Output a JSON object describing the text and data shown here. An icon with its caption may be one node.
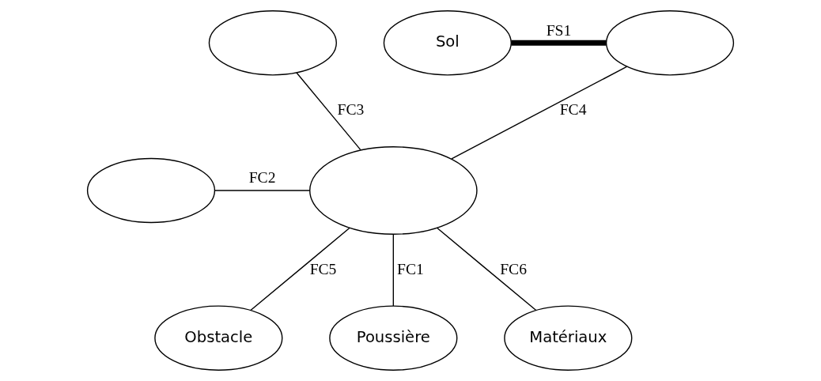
{
  "diagram": {
    "nodes": [
      {
        "text": [],
        "shape": "ellipse"
      },
      {
        "text": [
          "Sol"
        ]
      },
      {
        "text": [],
        "shape": "ellipse"
      },
      {
        "text": [],
        "shape": "ellipse"
      },
      {
        "text": [],
        "shape": "ellipse"
      },
      {
        "text": [
          "Obstacle"
        ]
      },
      {
        "text": [
          "Poussière"
        ]
      },
      {
        "text": [
          "Matériaux"
        ]
      }
    ],
    "edges": [
      {
        "from": 1,
        "to": 2,
        "arrow": "none",
        "label": "FS1",
        "style": "thick"
      },
      {
        "from": 0,
        "to": 4,
        "arrow": "none",
        "label": "FC3"
      },
      {
        "from": 2,
        "to": 4,
        "arrow": "none",
        "label": "FC4"
      },
      {
        "from": 3,
        "to": 4,
        "arrow": "none",
        "label": "FC2"
      },
      {
        "from": 4,
        "to": 5,
        "arrow": "none",
        "label": "FC5"
      },
      {
        "from": 6,
        "to": 4,
        "arrow": "none",
        "label": "FC1"
      },
      {
        "from": 4,
        "to": 7,
        "arrow": "none",
        "label": "FC6"
      }
    ]
  }
}
